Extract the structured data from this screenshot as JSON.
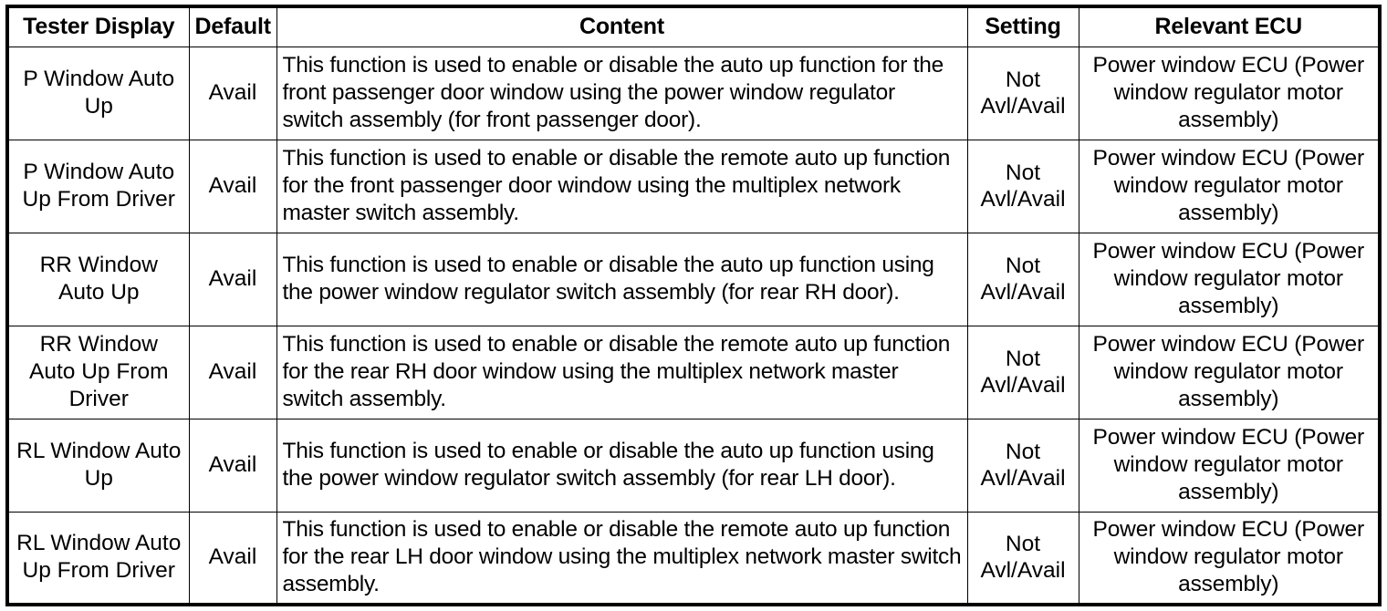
{
  "table": {
    "columns": [
      {
        "key": "tester_display",
        "label": "Tester Display"
      },
      {
        "key": "default",
        "label": "Default"
      },
      {
        "key": "content",
        "label": "Content"
      },
      {
        "key": "setting",
        "label": "Setting"
      },
      {
        "key": "relevant_ecu",
        "label": "Relevant ECU"
      }
    ],
    "rows": [
      {
        "tester_display": "P Window Auto Up",
        "default": "Avail",
        "content": "This function is used to enable or disable the auto up function for the front passenger door window using the power window regulator switch assembly (for front passenger door).",
        "setting_line1": "Not",
        "setting_line2": "Avl/Avail",
        "relevant_ecu": "Power window ECU (Power window regulator motor assembly)"
      },
      {
        "tester_display": "P Window Auto Up From Driver",
        "default": "Avail",
        "content": "This function is used to enable or disable the remote auto up function for the front passenger door window using the multiplex network master switch assembly.",
        "setting_line1": "Not",
        "setting_line2": "Avl/Avail",
        "relevant_ecu": "Power window ECU (Power window regulator motor assembly)"
      },
      {
        "tester_display": "RR Window Auto Up",
        "default": "Avail",
        "content": "This function is used to enable or disable the auto up function using the power window regulator switch assembly (for rear RH door).",
        "setting_line1": "Not",
        "setting_line2": "Avl/Avail",
        "relevant_ecu": "Power window ECU (Power window regulator motor assembly)"
      },
      {
        "tester_display": "RR Window Auto Up From Driver",
        "default": "Avail",
        "content": "This function is used to enable or disable the remote auto up function for the rear RH door window using the multiplex network master switch assembly.",
        "setting_line1": "Not",
        "setting_line2": "Avl/Avail",
        "relevant_ecu": "Power window ECU (Power window regulator motor assembly)"
      },
      {
        "tester_display": "RL Window Auto Up",
        "default": "Avail",
        "content": "This function is used to enable or disable the auto up function using the power window regulator switch assembly (for rear LH door).",
        "setting_line1": "Not",
        "setting_line2": "Avl/Avail",
        "relevant_ecu": "Power window ECU (Power window regulator motor assembly)"
      },
      {
        "tester_display": "RL Window Auto Up From Driver",
        "default": "Avail",
        "content": "This function is used to enable or disable the remote auto up function for the rear LH door window using the multiplex network master switch assembly.",
        "setting_line1": "Not",
        "setting_line2": "Avl/Avail",
        "relevant_ecu": "Power window ECU (Power window regulator motor assembly)"
      }
    ]
  },
  "colors": {
    "border": "#000000",
    "text": "#000000",
    "background": "#ffffff"
  }
}
